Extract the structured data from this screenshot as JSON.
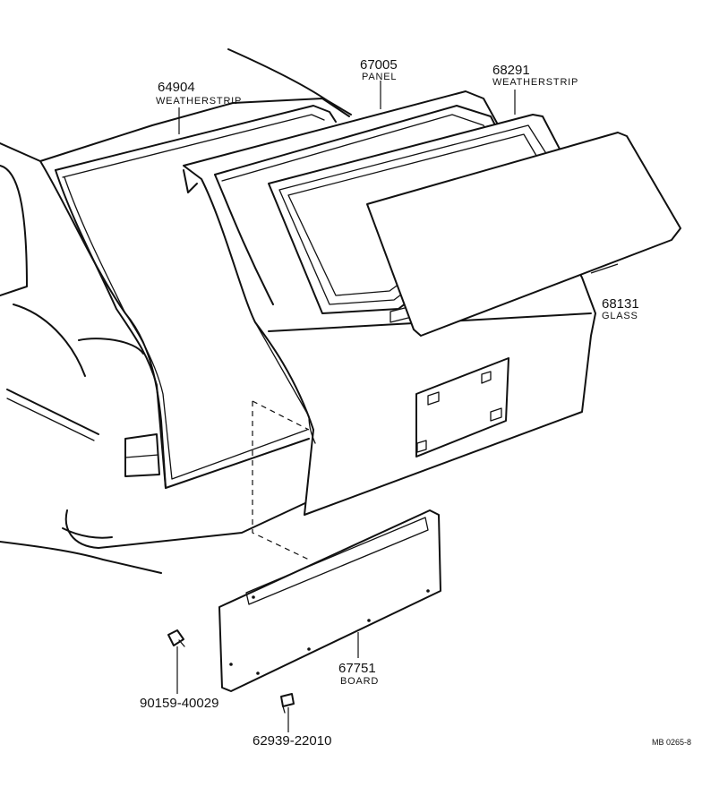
{
  "callouts": {
    "weatherstrip_upper": {
      "part_no": "64904",
      "name": "WEATHERSTRIP"
    },
    "panel": {
      "part_no": "67005",
      "name": "PANEL"
    },
    "weatherstrip_glass": {
      "part_no": "68291",
      "name": "WEATHERSTRIP"
    },
    "glass": {
      "part_no": "68131",
      "name": "GLASS"
    },
    "board": {
      "part_no": "67751",
      "name": "BOARD"
    },
    "screw": {
      "part_no": "90159-40029"
    },
    "clip": {
      "part_no": "62939-22010"
    }
  },
  "drawing_ref": "MB 0265-8"
}
